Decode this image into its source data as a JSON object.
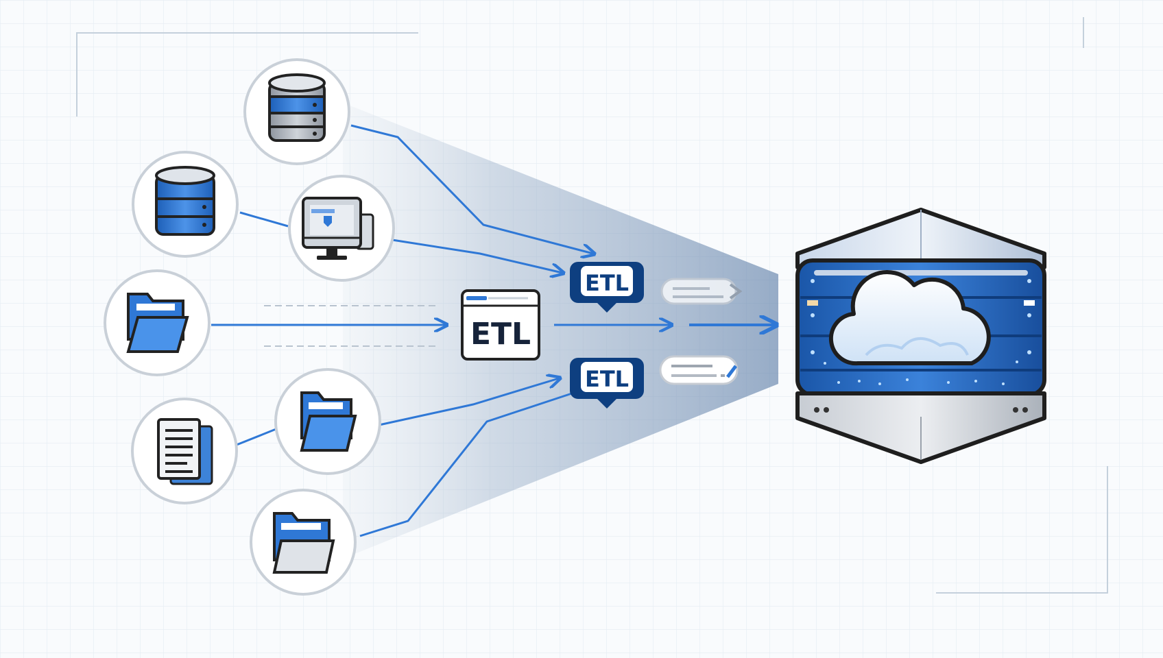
{
  "diagram": {
    "sources": [
      {
        "icon": "database-icon"
      },
      {
        "icon": "database-icon"
      },
      {
        "icon": "monitor-icon"
      },
      {
        "icon": "folder-icon"
      },
      {
        "icon": "document-icon"
      },
      {
        "icon": "folder-icon"
      },
      {
        "icon": "folder-icon"
      }
    ],
    "etl_main_label": "ETL",
    "etl_top_label": "ETL",
    "etl_bottom_label": "ETL",
    "destination": {
      "icon": "cloud-database-icon"
    },
    "colors": {
      "accent": "#2f78d6",
      "accent_dark": "#0d4ea0",
      "navy": "#0e3f80",
      "outline": "#222222",
      "grid": "#dde7f1",
      "silver": "#b9bec6"
    }
  }
}
